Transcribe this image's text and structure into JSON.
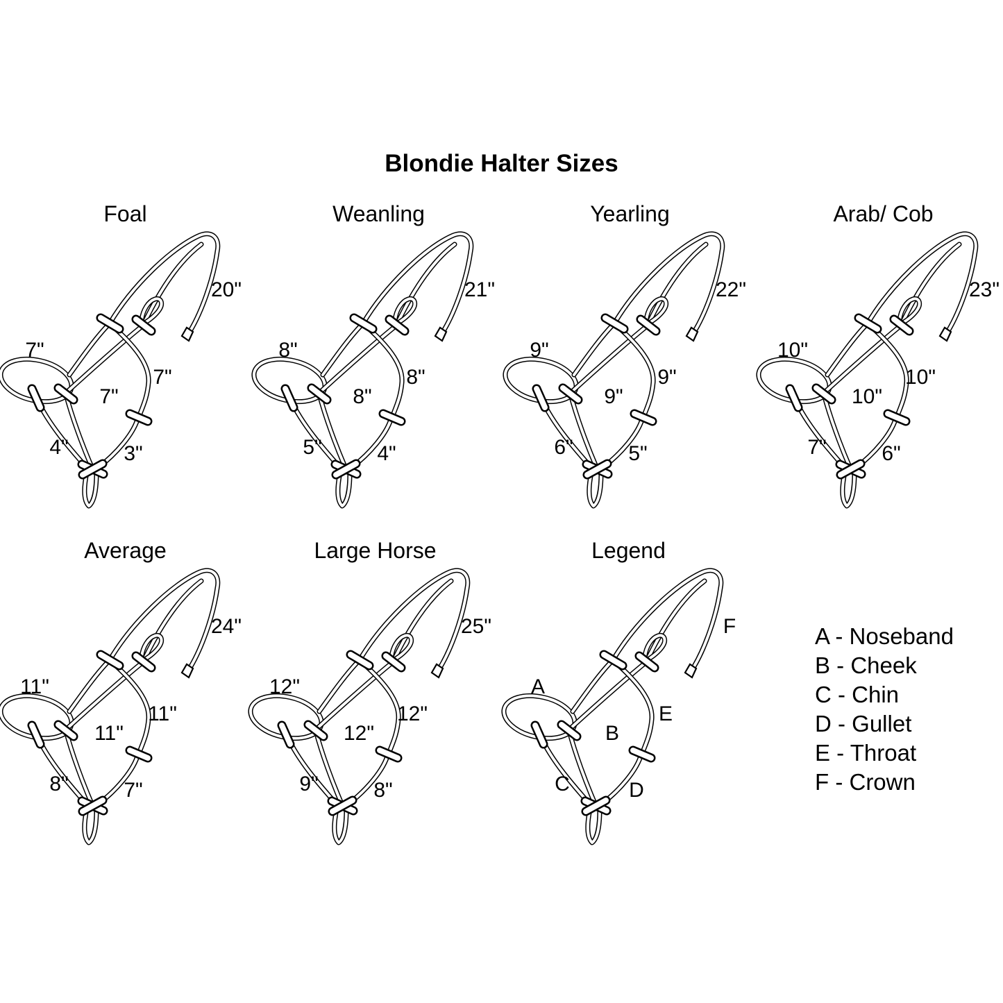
{
  "page": {
    "title": "Blondie Halter Sizes",
    "background_color": "#ffffff",
    "ink_color": "#000000"
  },
  "halters": [
    {
      "name": "Foal",
      "labels": {
        "noseband": "7\"",
        "cheek": "7\"",
        "chin": "4\"",
        "gullet": "3\"",
        "throat": "7\"",
        "crown": "20\""
      }
    },
    {
      "name": "Weanling",
      "labels": {
        "noseband": "8\"",
        "cheek": "8\"",
        "chin": "5\"",
        "gullet": "4\"",
        "throat": "8\"",
        "crown": "21\""
      }
    },
    {
      "name": "Yearling",
      "labels": {
        "noseband": "9\"",
        "cheek": "9\"",
        "chin": "6\"",
        "gullet": "5\"",
        "throat": "9\"",
        "crown": "22\""
      }
    },
    {
      "name": "Arab/ Cob",
      "labels": {
        "noseband": "10\"",
        "cheek": "10\"",
        "chin": "7\"",
        "gullet": "6\"",
        "throat": "10\"",
        "crown": "23\""
      }
    },
    {
      "name": "Average",
      "labels": {
        "noseband": "11\"",
        "cheek": "11\"",
        "chin": "8\"",
        "gullet": "7\"",
        "throat": "11\"",
        "crown": "24\""
      }
    },
    {
      "name": "Large Horse",
      "labels": {
        "noseband": "12\"",
        "cheek": "12\"",
        "chin": "9\"",
        "gullet": "8\"",
        "throat": "12\"",
        "crown": "25\""
      }
    },
    {
      "name": "Legend",
      "labels": {
        "noseband": "A",
        "cheek": "B",
        "chin": "C",
        "gullet": "D",
        "throat": "E",
        "crown": "F"
      }
    }
  ],
  "legend_list": {
    "items": [
      {
        "key": "A",
        "part": "Noseband",
        "label": "A - Noseband"
      },
      {
        "key": "B",
        "part": "Cheek",
        "label": "B - Cheek"
      },
      {
        "key": "C",
        "part": "Chin",
        "label": "C - Chin"
      },
      {
        "key": "D",
        "part": "Gullet",
        "label": "D - Gullet"
      },
      {
        "key": "E",
        "part": "Throat",
        "label": "E - Throat"
      },
      {
        "key": "F",
        "part": "Crown",
        "label": "F - Crown"
      }
    ]
  }
}
